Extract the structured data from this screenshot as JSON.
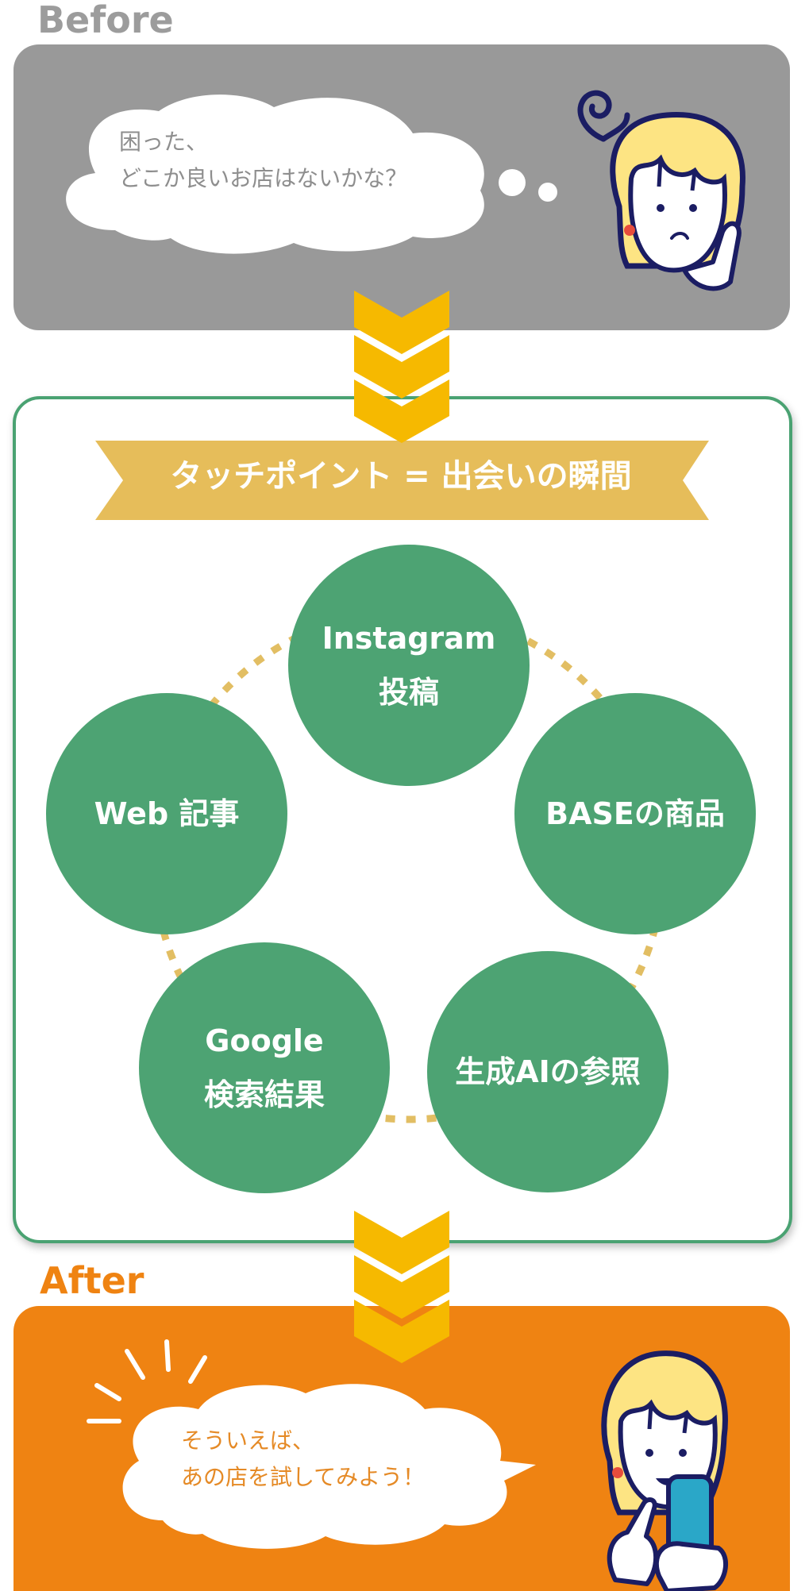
{
  "before": {
    "label": "Before",
    "thought_lines": [
      "困った、",
      "どこか良いお店はないかな？"
    ]
  },
  "banner": {
    "title": "タッチポイント = 出会いの瞬間"
  },
  "touchpoints": [
    {
      "id": "instagram",
      "lines": [
        "Instagram",
        "投稿"
      ]
    },
    {
      "id": "base",
      "lines": [
        "BASEの商品"
      ]
    },
    {
      "id": "genai",
      "lines": [
        "生成AIの参照"
      ]
    },
    {
      "id": "google",
      "lines": [
        "Google",
        "検索結果"
      ]
    },
    {
      "id": "web",
      "lines": [
        "Web 記事"
      ]
    }
  ],
  "after": {
    "label": "After",
    "speech_lines": [
      "そういえば、",
      "あの店を試してみよう！"
    ]
  },
  "colors": {
    "before_bg": "#999999",
    "before_label": "#9c9c9c",
    "before_text": "#8e8e8e",
    "after_bg": "#ef8312",
    "after_label": "#ef8312",
    "after_text": "#e58a26",
    "green": "#4da373",
    "frame_green": "#4aa272",
    "banner_gold": "#e6bd5a",
    "dots_gold": "#e2be63",
    "chevron_gold": "#f6b900",
    "hair": "#fde483",
    "outline": "#1b1d63",
    "phone": "#2aa7c8"
  },
  "icons": {
    "confused_person": "confused-person-icon",
    "happy_person": "happy-person-with-phone-icon",
    "dizzy_swirl": "dizzy-swirl-icon",
    "sparkle": "sparkle-lines-icon",
    "chevron": "chevron-down-icon"
  }
}
